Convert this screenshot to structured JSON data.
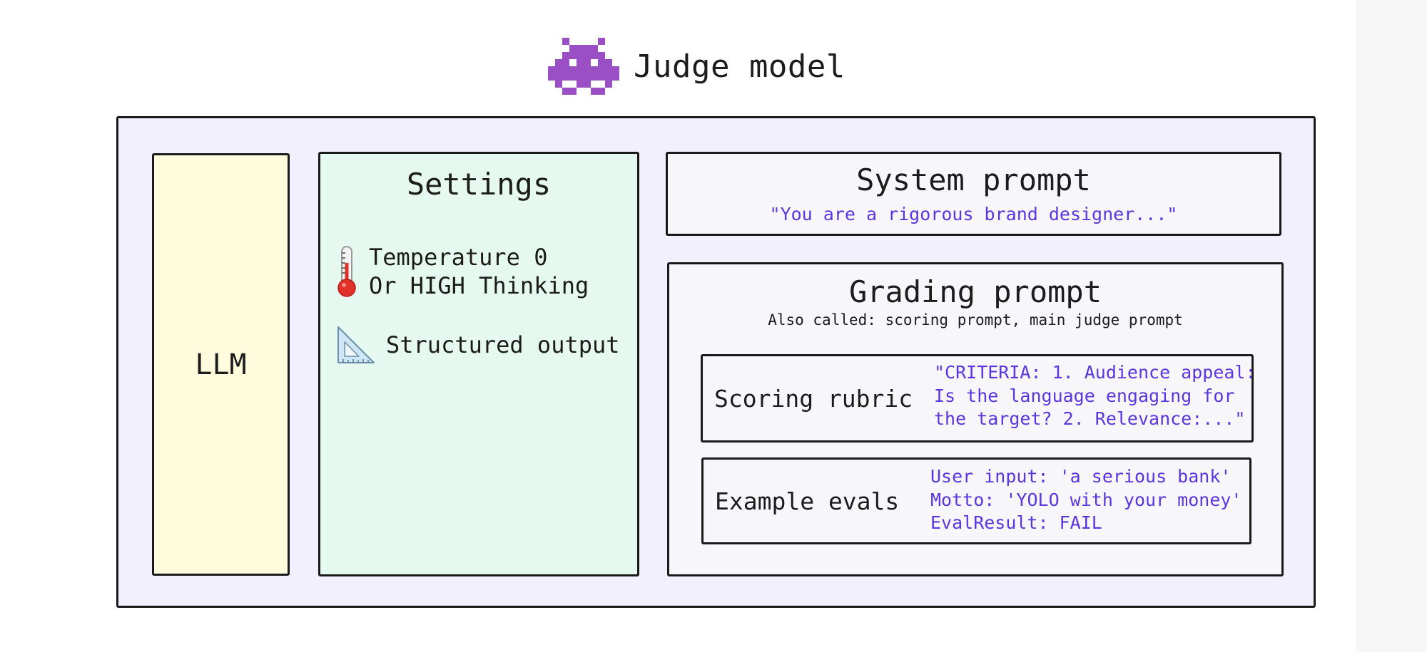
{
  "title": {
    "icon": "alien-monster-icon",
    "text": "Judge model"
  },
  "llm": {
    "label": "LLM"
  },
  "settings": {
    "title": "Settings",
    "temperature": {
      "icon": "thermometer-icon",
      "line1": "Temperature 0",
      "line2": "Or HIGH Thinking"
    },
    "structured": {
      "icon": "triangular-ruler-icon",
      "label": "Structured output"
    }
  },
  "system_prompt": {
    "title": "System prompt",
    "quote": "\"You are a rigorous brand designer...\""
  },
  "grading_prompt": {
    "title": "Grading prompt",
    "subtitle": "Also called: scoring prompt, main judge prompt",
    "rubric": {
      "label": "Scoring rubric",
      "lines": [
        "\"CRITERIA: 1. Audience appeal:",
        "Is the language engaging for",
        "the target? 2. Relevance:...\""
      ]
    },
    "examples": {
      "label": "Example evals",
      "lines": [
        "User input: 'a serious bank'",
        "Motto: 'YOLO with your money'",
        "EvalResult: FAIL"
      ]
    }
  },
  "colors": {
    "outer_fill": "#f3f0fe",
    "llm_fill": "#fffbdc",
    "settings_fill": "#e6f9f1",
    "prompt_fill": "#f7f7fb",
    "accent_text": "#5b35e0",
    "alien": "#9b4fc4"
  }
}
